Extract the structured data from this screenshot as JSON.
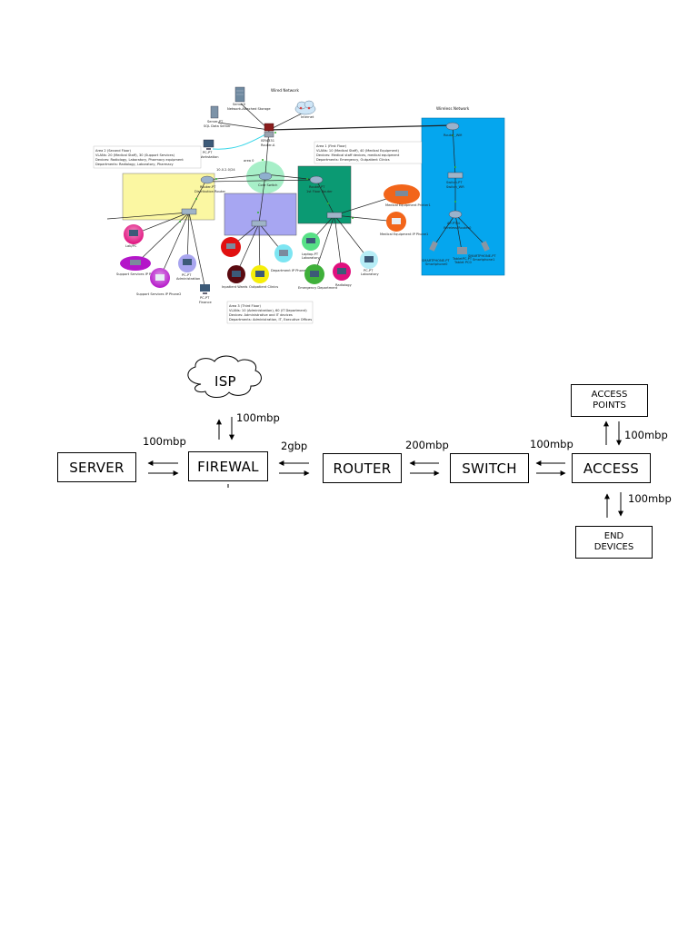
{
  "topology": {
    "titles": {
      "wired": "Wired Network",
      "wireless": "Wireless Network"
    },
    "area_notes": {
      "area2": [
        "Area 2 (Second Floor)",
        "VLANs: 20 (Medical Staff), 30 (Support Services)",
        "Devices: Radiology, Laboratory, Pharmacy equipment",
        "Departments: Radiology, Laboratory, Pharmacy"
      ],
      "area1": [
        "Area 1 (First Floor)",
        "VLANs: 10 (Medical Staff), 40 (Medical Equipment)",
        "Devices: Medical staff devices, medical equipment",
        "Departments: Emergency, Outpatient Clinics"
      ],
      "area3": [
        "Area 3 (Third Floor)",
        "VLANs: 10 (Administration), 60 (IT Department)",
        "Devices: Administrative and IT devices",
        "Departments: Administration, IT, Executive Offices"
      ]
    },
    "device_labels": {
      "server0": "Server0",
      "nas": "Network-Attached Storage",
      "server_pt": "Server-PT",
      "sql_server": "SQL Data Server",
      "internet": "Internet",
      "pc_ws": "PC-PT",
      "workstation": "Workstation",
      "router_fw": "ISR4331",
      "fw_name": "Router-A",
      "area0": "area 0",
      "ip_net": "10.0.2.0/24",
      "core": "Core Switch",
      "area2_router": "Router-PT",
      "area2_router_sub": "Distribution Router",
      "area1_router": "Router-PT",
      "area1_router_sub": "1st Floor Router",
      "wr_router": "Router_Wifi",
      "wr_switch": "Switch-PT",
      "wr_switch_sub": "Switch_WR",
      "wr_ap": "AP-PT-N",
      "wr_ap_sub": "Wireless Router0",
      "smartphone1": "SMARTPHONE-PT",
      "smartphone1_sub": "Smartphone0",
      "tablet": "TabletPC-PT",
      "tablet_sub": "Tablet PC0",
      "smartphone2": "SMARTPHONE-PT",
      "smartphone2_sub": "Smartphone1",
      "lab_pc": "PC-PT",
      "lab_pc_sub": "Lab/PC",
      "support_ip": "Support Services IP Phone",
      "support_ip2": "Support Services IP Phone2",
      "pc_admin": "PC-PT",
      "pc_admin_sub": "Administration",
      "finance_pc": "PC-PT",
      "finance_sub": "Finance",
      "inpatient": "Inpatient Wards",
      "outpatient": "Outpatient Clinics",
      "dept_ip": "Department IP Phone1",
      "laptop": "Laptop-PT",
      "laptop_sub": "Laboratory",
      "emergency": "Emergency Department",
      "radiology": "Radiology",
      "lab2_pc": "PC-PT",
      "lab2_sub": "Laboratory",
      "med_printer": "Medical Equipment Printer1",
      "med_ip": "Medical Equipment IP Phone1"
    },
    "colors": {
      "wireless_bg": "#05a6ee",
      "area2_bg": "#fbf7a2",
      "area3_bg": "#a7a6f2",
      "area1_bg": "#0b9a73",
      "core_bg": "#a7efc8"
    }
  },
  "flow": {
    "nodes": {
      "isp": "ISP",
      "server": "SERVER",
      "firewall": "FIREWAL",
      "router": "ROUTER",
      "switch": "SWITCH",
      "access": "ACCESS",
      "access_points": [
        "ACCESS",
        "POINTS"
      ],
      "end_devices": [
        "END",
        "DEVICES"
      ]
    },
    "links": {
      "isp_firewall": "100mbp",
      "server_firewall": "100mbp",
      "firewall_router": "2gbp",
      "router_switch": "200mbp",
      "switch_access": "100mbp",
      "access_points": "100mbp",
      "access_end": "100mbp"
    }
  }
}
